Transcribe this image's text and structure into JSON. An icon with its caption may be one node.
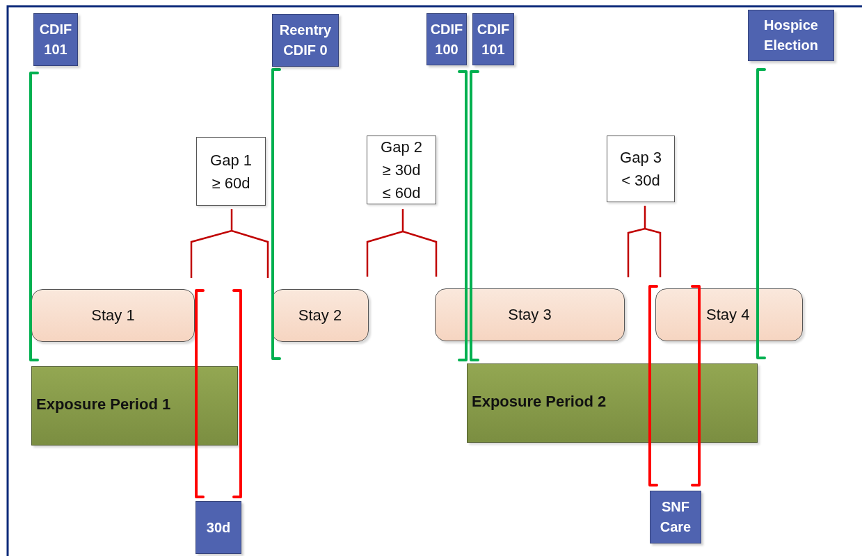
{
  "diagram": {
    "nodes": [
      {
        "text": [
          "CDIF 101"
        ]
      },
      {
        "text": [
          "Reentry CDIF 0"
        ]
      },
      {
        "text": [
          "CDIF 100"
        ]
      },
      {
        "text": [
          "CDIF 101"
        ]
      },
      {
        "text": [
          "Hospice Election"
        ]
      },
      {
        "text": [
          "Gap 1 ≥ 60d"
        ]
      },
      {
        "text": [
          "Gap 2 ≥ 30d ≤ 60d"
        ]
      },
      {
        "text": [
          "Gap 3 < 30d"
        ]
      },
      {
        "text": [
          "Stay 1"
        ]
      },
      {
        "text": [
          "Stay 2"
        ]
      },
      {
        "text": [
          "Stay 3"
        ]
      },
      {
        "text": [
          "Stay 4"
        ]
      },
      {
        "text": [
          "Exposure Period 1"
        ]
      },
      {
        "text": [
          "Exposure Period 2"
        ]
      },
      {
        "text": [
          "30d"
        ]
      },
      {
        "text": [
          "SNF Care"
        ]
      }
    ]
  }
}
